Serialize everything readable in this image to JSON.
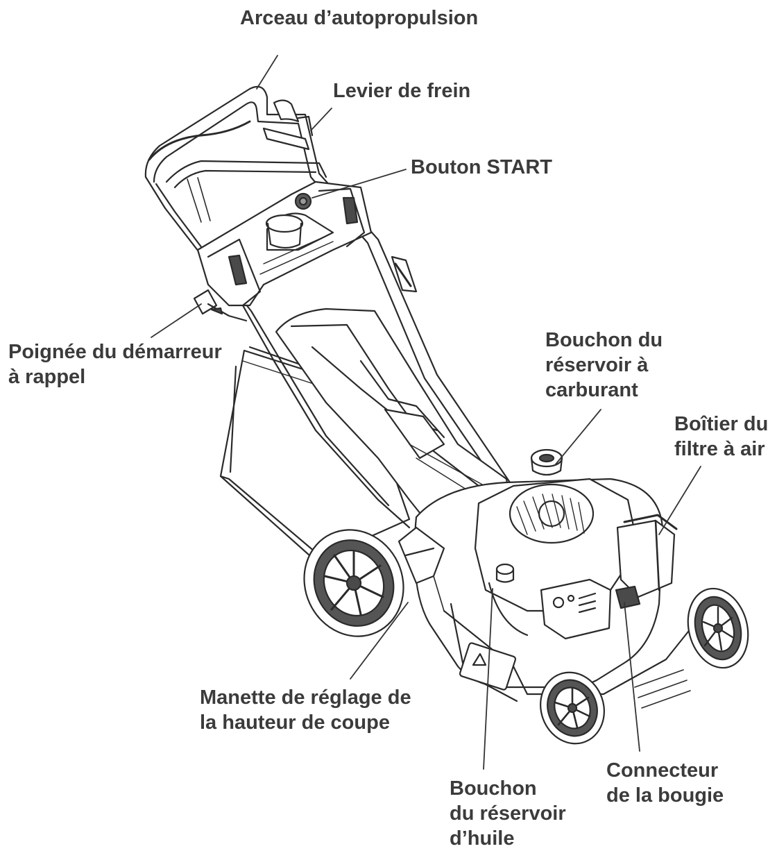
{
  "labels": {
    "arceau": [
      "Arceau d’autopropulsion"
    ],
    "frein": [
      "Levier de frein"
    ],
    "start": [
      "Bouton START"
    ],
    "poignee": [
      "Poignée du démarreur",
      "à rappel"
    ],
    "carburant": [
      "Bouchon du",
      "réservoir à",
      "carburant"
    ],
    "filtre": [
      "Boîtier du",
      "filtre à air"
    ],
    "manette": [
      "Manette de réglage de",
      "la hauteur de coupe"
    ],
    "huile": [
      "Bouchon",
      "du réservoir",
      "d’huile"
    ],
    "bougie": [
      "Connecteur",
      "de la bougie"
    ]
  },
  "colors": {
    "label_text": "#3b3b3b",
    "line_art": "#2a2a2a",
    "dark_fill": "#4a4a4a",
    "leader": "#333333"
  }
}
